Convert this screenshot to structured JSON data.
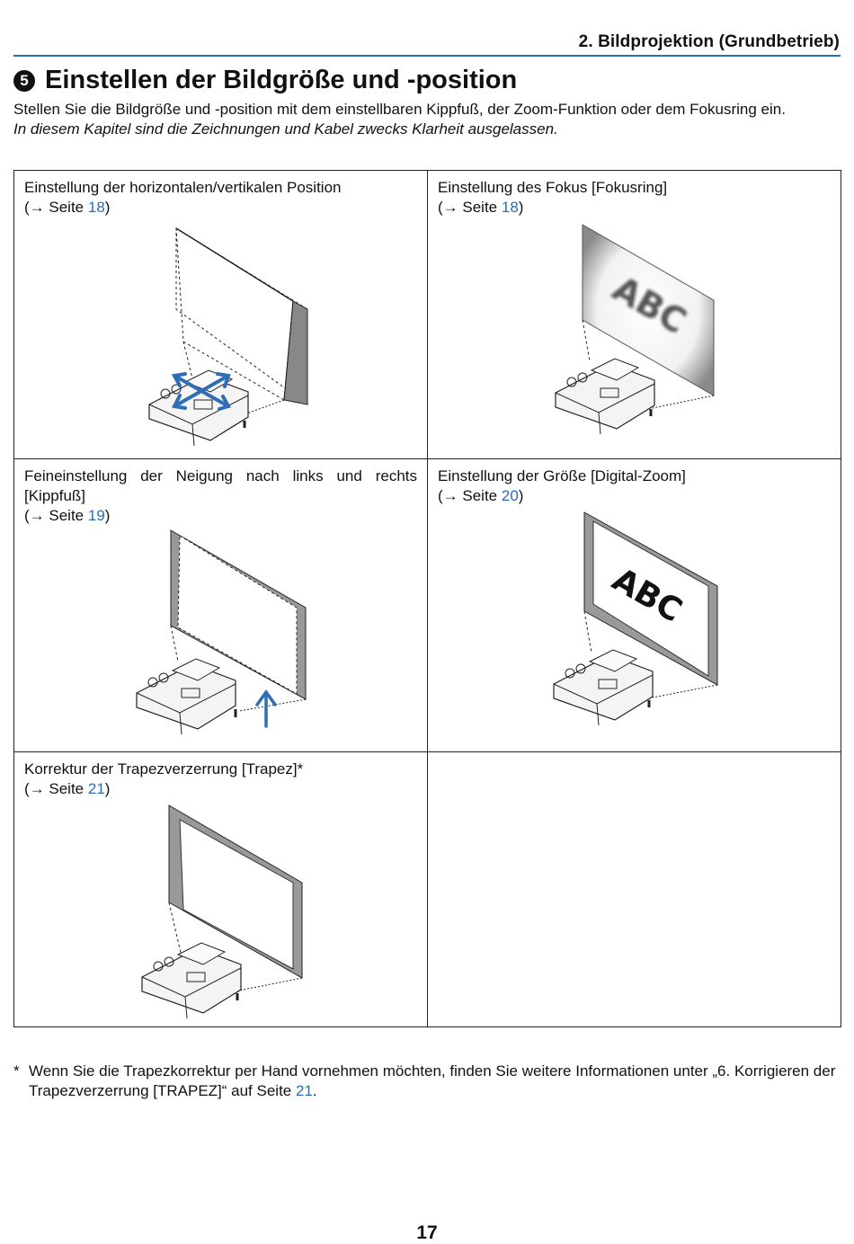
{
  "header": {
    "running_title": "2. Bildprojektion (Grundbetrieb)"
  },
  "section": {
    "number": "5",
    "title": "Einstellen der Bildgröße und -position",
    "intro": "Stellen Sie die Bildgröße und -position mit dem einstellbaren Kippfuß, der Zoom-Funktion oder dem Fokusring ein.",
    "note": "In diesem Kapitel sind die Zeichnungen und Kabel zwecks Klarheit ausgelassen."
  },
  "cells": [
    {
      "label": "Einstellung der horizontalen/vertikalen Position",
      "ref_prefix": "(→ Seite ",
      "page": "18",
      "ref_suffix": ")"
    },
    {
      "label": "Einstellung des Fokus [Fokusring]",
      "ref_prefix": "(→ Seite ",
      "page": "18",
      "ref_suffix": ")",
      "screen_text": "ABC"
    },
    {
      "label": "Feineinstellung der Neigung nach links und rechts [Kippfuß]",
      "ref_prefix": "(→ Seite ",
      "page": "19",
      "ref_suffix": ")"
    },
    {
      "label": "Einstellung der Größe [Digital-Zoom]",
      "ref_prefix": "(→ Seite ",
      "page": "20",
      "ref_suffix": ")",
      "screen_text": "ABC"
    },
    {
      "label": "Korrektur der Trapezverzerrung [Trapez]*",
      "ref_prefix": "(→ Seite ",
      "page": "21",
      "ref_suffix": ")"
    }
  ],
  "footnote": {
    "marker": "*",
    "text": "Wenn Sie die Trapezkorrektur per Hand vornehmen möchten, finden Sie weitere Informationen unter „6. Korrigieren der Trapezverzerrung [TRAPEZ]“ auf Seite ",
    "page": "21",
    "end": "."
  },
  "page_number": "17",
  "colors": {
    "accent": "#2a6fb0",
    "arrow": "#2f6db5"
  }
}
